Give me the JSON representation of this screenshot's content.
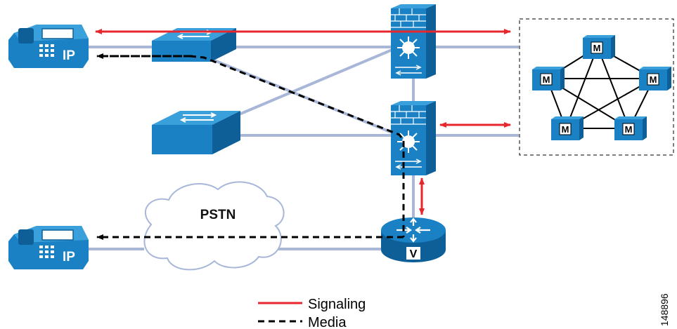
{
  "cloud": {
    "label": "PSTN"
  },
  "legend": {
    "signaling_label": "Signaling",
    "media_label": "Media",
    "signaling_color": "#e8262d",
    "media_color": "#000000"
  },
  "figure_id": "148896",
  "devices": {
    "phone_top": {
      "icon": "ip-phone-icon",
      "text": "IP"
    },
    "phone_bottom": {
      "icon": "ip-phone-icon",
      "text": "IP"
    },
    "switch_top": {
      "icon": "switch-icon"
    },
    "switch_mid": {
      "icon": "switch-icon"
    },
    "firewall_top": {
      "icon": "firewall-switch-icon"
    },
    "firewall_mid": {
      "icon": "firewall-switch-icon"
    },
    "router": {
      "icon": "voice-router-icon",
      "text": "V"
    },
    "cluster": {
      "icon": "call-manager-icon",
      "node_text": [
        "M",
        "M",
        "M",
        "M",
        "M"
      ]
    }
  },
  "colors": {
    "device": "#1a82c4",
    "device_dark": "#0e5f97",
    "link": "#a8b7d8",
    "signaling": "#e8262d",
    "media": "#000000"
  }
}
